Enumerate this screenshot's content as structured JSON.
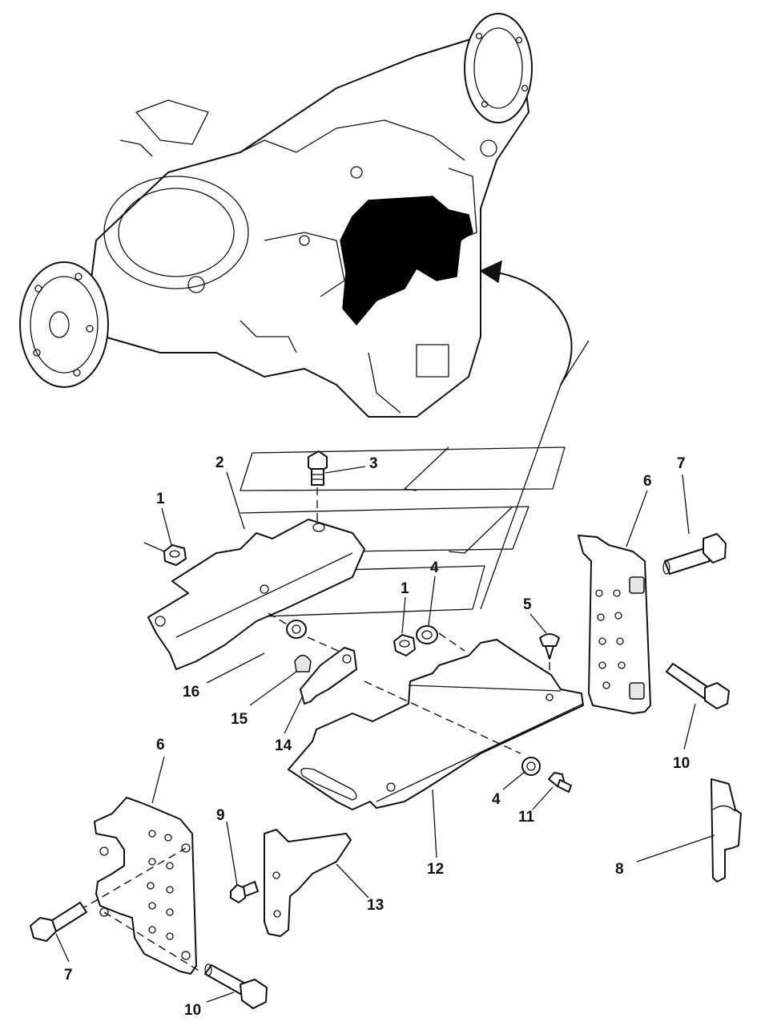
{
  "diagram": {
    "callouts": [
      "1",
      "2",
      "3",
      "1",
      "4",
      "5",
      "6",
      "7",
      "16",
      "15",
      "14",
      "12",
      "4",
      "11",
      "10",
      "6",
      "9",
      "13",
      "8",
      "7",
      "10"
    ]
  }
}
